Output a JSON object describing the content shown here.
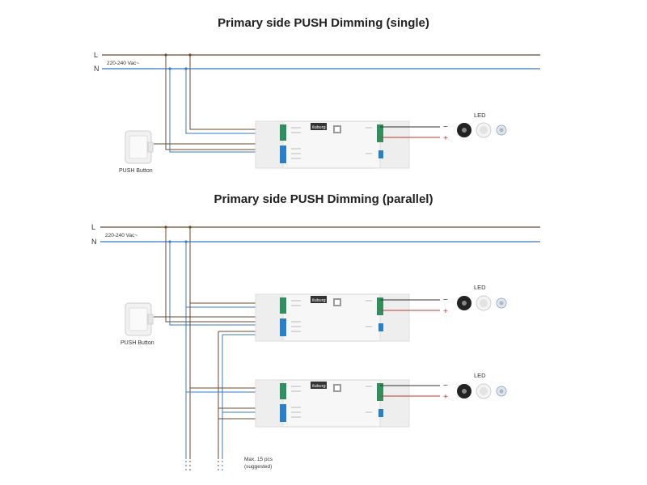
{
  "diagram1": {
    "title": "Primary side PUSH Dimming (single)",
    "line_label_l": "L",
    "line_label_n": "N",
    "voltage": "220-240 Vac~",
    "push_button_label": "PUSH Button",
    "led_label": "LED",
    "driver_brand": "iluburg",
    "minus_sign": "−",
    "plus_sign": "+"
  },
  "diagram2": {
    "title": "Primary side PUSH Dimming (parallel)",
    "line_label_l": "L",
    "line_label_n": "N",
    "voltage": "220-240 Vac~",
    "push_button_label": "PUSH Button",
    "led_label_1": "LED",
    "led_label_2": "LED",
    "driver_brand_1": "iluburg",
    "driver_brand_2": "iluburg",
    "minus_sign": "−",
    "plus_sign": "+",
    "max_note_line1": "Max. 15 pcs",
    "max_note_line2": "(suggested)"
  },
  "colors": {
    "live_wire": "#6b4a2e",
    "neutral_wire": "#3b7bbf",
    "output_negative": "#333333",
    "output_positive": "#c0392b",
    "terminal_blue": "#2a7fc9",
    "terminal_green": "#3a9a6b"
  },
  "icons": [
    "push-button-icon",
    "led-strip-icon",
    "downlight-icon",
    "spotlight-icon",
    "led-driver-icon"
  ]
}
